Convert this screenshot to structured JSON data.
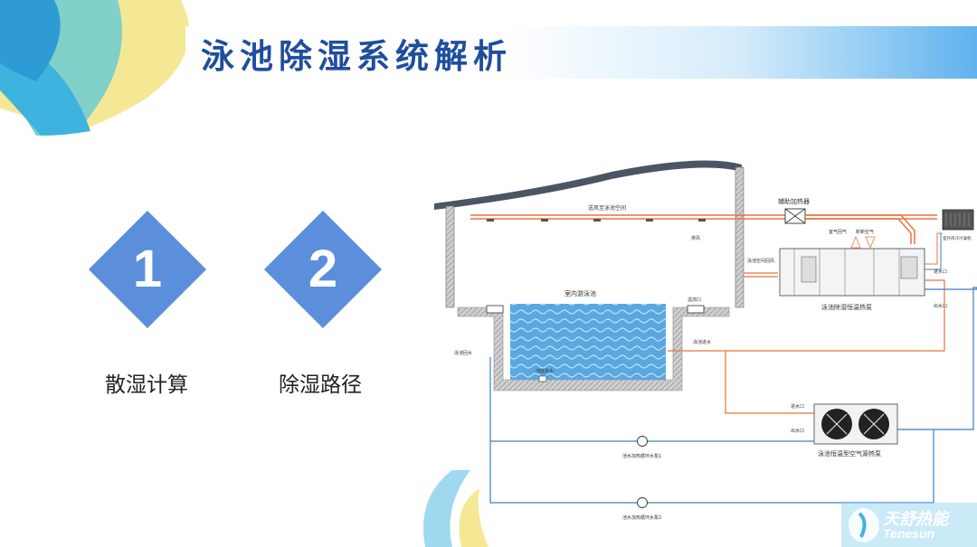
{
  "page": {
    "title": "泳池除湿系统解析"
  },
  "items": [
    {
      "number": "1",
      "label": "散湿计算"
    },
    {
      "number": "2",
      "label": "除湿路径"
    }
  ],
  "diagram": {
    "supply_air_label": "送风至泳池空间",
    "aux_heater_label": "辅助加热器",
    "exhaust_label": "排风",
    "pool_label": "室内游泳池",
    "return_air_label": "泳池空间回风",
    "mixed_air_label": "室气回气",
    "fresh_air_label": "新新空气",
    "outdoor_unit_label": "室外风冷冷凝机",
    "dehumidifier_label": "泳池除湿恒温热泵",
    "overflow_label": "溢流口",
    "water_inlet_label": "进水口",
    "water_outlet_label": "出水口",
    "pool_return_label": "泳池回水",
    "pool_supply_label": "泳池进水",
    "pool_drain_label": "池底进水",
    "air_source_label": "泳池恒温型空气源热泵",
    "pump1_label": "池水加热循环水泵1",
    "pump2_label": "池水加热循环水泵2"
  },
  "logo": {
    "cn": "天舒热能",
    "en": "Tenesun"
  },
  "colors": {
    "title": "#1f4e9c",
    "diamond": "#5b8fdc",
    "hot_pipe": "#e8743b",
    "water_pipe": "#3a7fc4",
    "pool_water": "#5aa8e0"
  }
}
